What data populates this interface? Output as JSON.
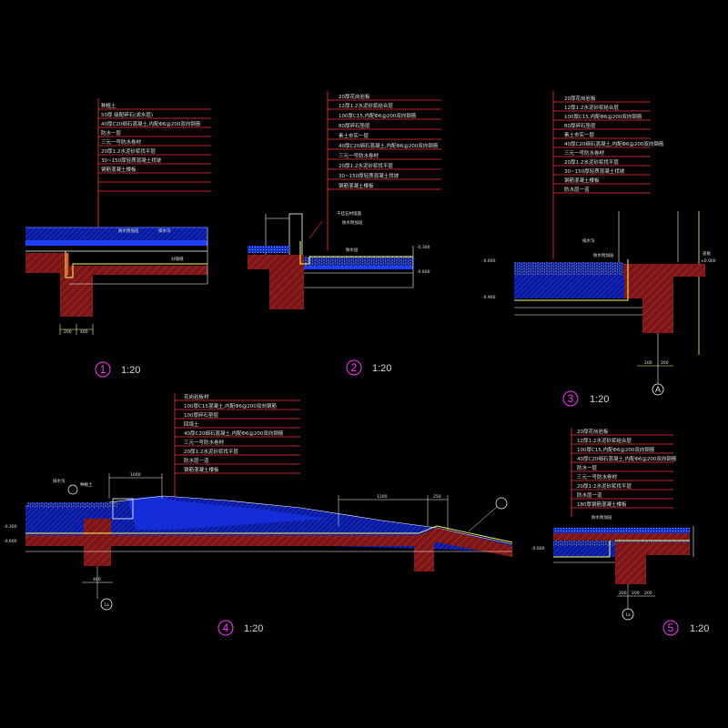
{
  "colors": {
    "background": "#000000",
    "leader_line": "#ff3333",
    "concrete": "#8b1a1a",
    "waterproof": "#0000cc",
    "paving": "#1f3fff",
    "structure": "#ffffff",
    "dimension": "#ffff66",
    "label": "#ff33ff"
  },
  "details": [
    {
      "number": "1",
      "scale": "1:20",
      "layers": [
        "种植土",
        "50厚 级配碎石(滤水层)",
        "40厚C20细石混凝土,内配Φ6@200双向钢筋",
        "防水一层",
        "三元一号防水卷材",
        "20厚1:2水泥砂浆找平层",
        "30~150厚轻质混凝土找坡",
        "钢筋混凝土楼板"
      ],
      "callouts": [
        "防水附加层",
        "排水沟",
        "分隔缝"
      ],
      "dims": [
        "200",
        "400"
      ]
    },
    {
      "number": "2",
      "scale": "1:20",
      "layers": [
        "20厚花岗岩板",
        "12厚1:2水泥砂浆结合层",
        "100厚C15,内配Φ6@200双向钢筋",
        "80厚碎石垫层",
        "素土夯实一层",
        "40厚C20细石混凝土,内配Φ6@200双向钢筋",
        "三元一号防水卷材",
        "20厚1:2水泥砂浆找平层",
        "30~150厚轻质混凝土找坡",
        "钢筋混凝土楼板"
      ],
      "callouts": [
        "干挂石材墙面",
        "防水附加层",
        "防水层"
      ],
      "levels": [
        "-0.300",
        "-0.600"
      ]
    },
    {
      "number": "3",
      "scale": "1:20",
      "axis": "A",
      "layers": [
        "20厚花岗岩板",
        "12厚1:2水泥砂浆结合层",
        "100厚C15,内配Φ6@200双向钢筋",
        "80厚碎石垫层",
        "素土夯实一层",
        "40厚C20细石混凝土,内配Φ6@200双向钢筋",
        "三元一号防水卷材",
        "20厚1:2水泥砂浆找平层",
        "30~150厚轻质混凝土找坡",
        "钢筋混凝土楼板",
        "防水层一道"
      ],
      "callouts": [
        "排水沟",
        "防水附加层",
        "盖板"
      ],
      "levels": [
        "-0.600",
        "-0.900",
        "±0.000"
      ],
      "dims": [
        "200",
        "200"
      ]
    },
    {
      "number": "4",
      "scale": "1:20",
      "axis": "1a",
      "layers": [
        "花岗岩板材",
        "100厚C15混凝土,内配Φ6@200双向钢筋",
        "100厚碎石垫层",
        "回填土",
        "40厚C20细石混凝土,内配Φ6@200双向钢筋",
        "三元一号防水卷材",
        "20厚1:2水泥砂浆找平层",
        "防水层一道",
        "钢筋混凝土楼板"
      ],
      "callouts": [
        "排水沟",
        "种植土"
      ],
      "levels": [
        "-0.300",
        "-0.600"
      ],
      "dims": [
        "1000",
        "1200",
        "250",
        "400"
      ]
    },
    {
      "number": "5",
      "scale": "1:20",
      "axis": "1a",
      "layers": [
        "20厚花岗岩板",
        "12厚1:2水泥砂浆结合层",
        "100厚C15,内配Φ6@200双向钢筋",
        "40厚C20细石混凝土,内配Φ6@200双向钢筋",
        "防水一层",
        "三元一号防水卷材",
        "20厚1:2水泥砂浆找平层",
        "防水层一道",
        "180厚钢筋混凝土楼板"
      ],
      "callouts": [
        "防水附加层"
      ],
      "levels": [
        "-0.600"
      ],
      "dims": [
        "200",
        "200",
        "200"
      ]
    }
  ]
}
